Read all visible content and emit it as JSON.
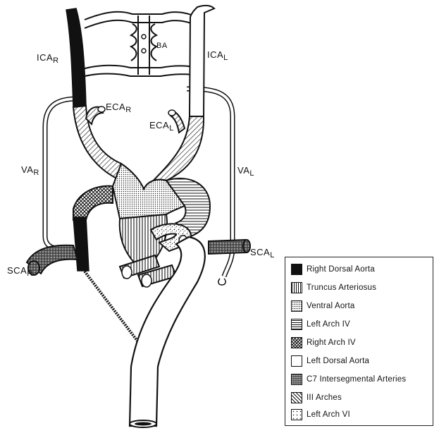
{
  "labels": {
    "ica_r": {
      "main": "ICA",
      "sub": "R"
    },
    "ica_l": {
      "main": "ICA",
      "sub": "L"
    },
    "ba": {
      "main": "BA",
      "sub": ""
    },
    "eca_r": {
      "main": "ECA",
      "sub": "R"
    },
    "eca_l": {
      "main": "ECA",
      "sub": "L"
    },
    "va_r": {
      "main": "VA",
      "sub": "R"
    },
    "va_l": {
      "main": "VA",
      "sub": "L"
    },
    "sca_r": {
      "main": "SCA",
      "sub": "R"
    },
    "sca_l": {
      "main": "SCA",
      "sub": "L"
    }
  },
  "legend": [
    {
      "label": "Right Dorsal Aorta",
      "pattern": "solid-black"
    },
    {
      "label": "Truncus Arteriosus",
      "pattern": "vertical-lines"
    },
    {
      "label": "Ventral Aorta",
      "pattern": "fine-dots"
    },
    {
      "label": "Left Arch IV",
      "pattern": "horizontal-lines"
    },
    {
      "label": "Right Arch IV",
      "pattern": "crosshatch"
    },
    {
      "label": "Left Dorsal Aorta",
      "pattern": "white"
    },
    {
      "label": "C7 Intersegmental Arteries",
      "pattern": "dark-stipple"
    },
    {
      "label": "III Arches",
      "pattern": "diagonal-lines"
    },
    {
      "label": "Left Arch VI",
      "pattern": "open-stipple"
    }
  ]
}
